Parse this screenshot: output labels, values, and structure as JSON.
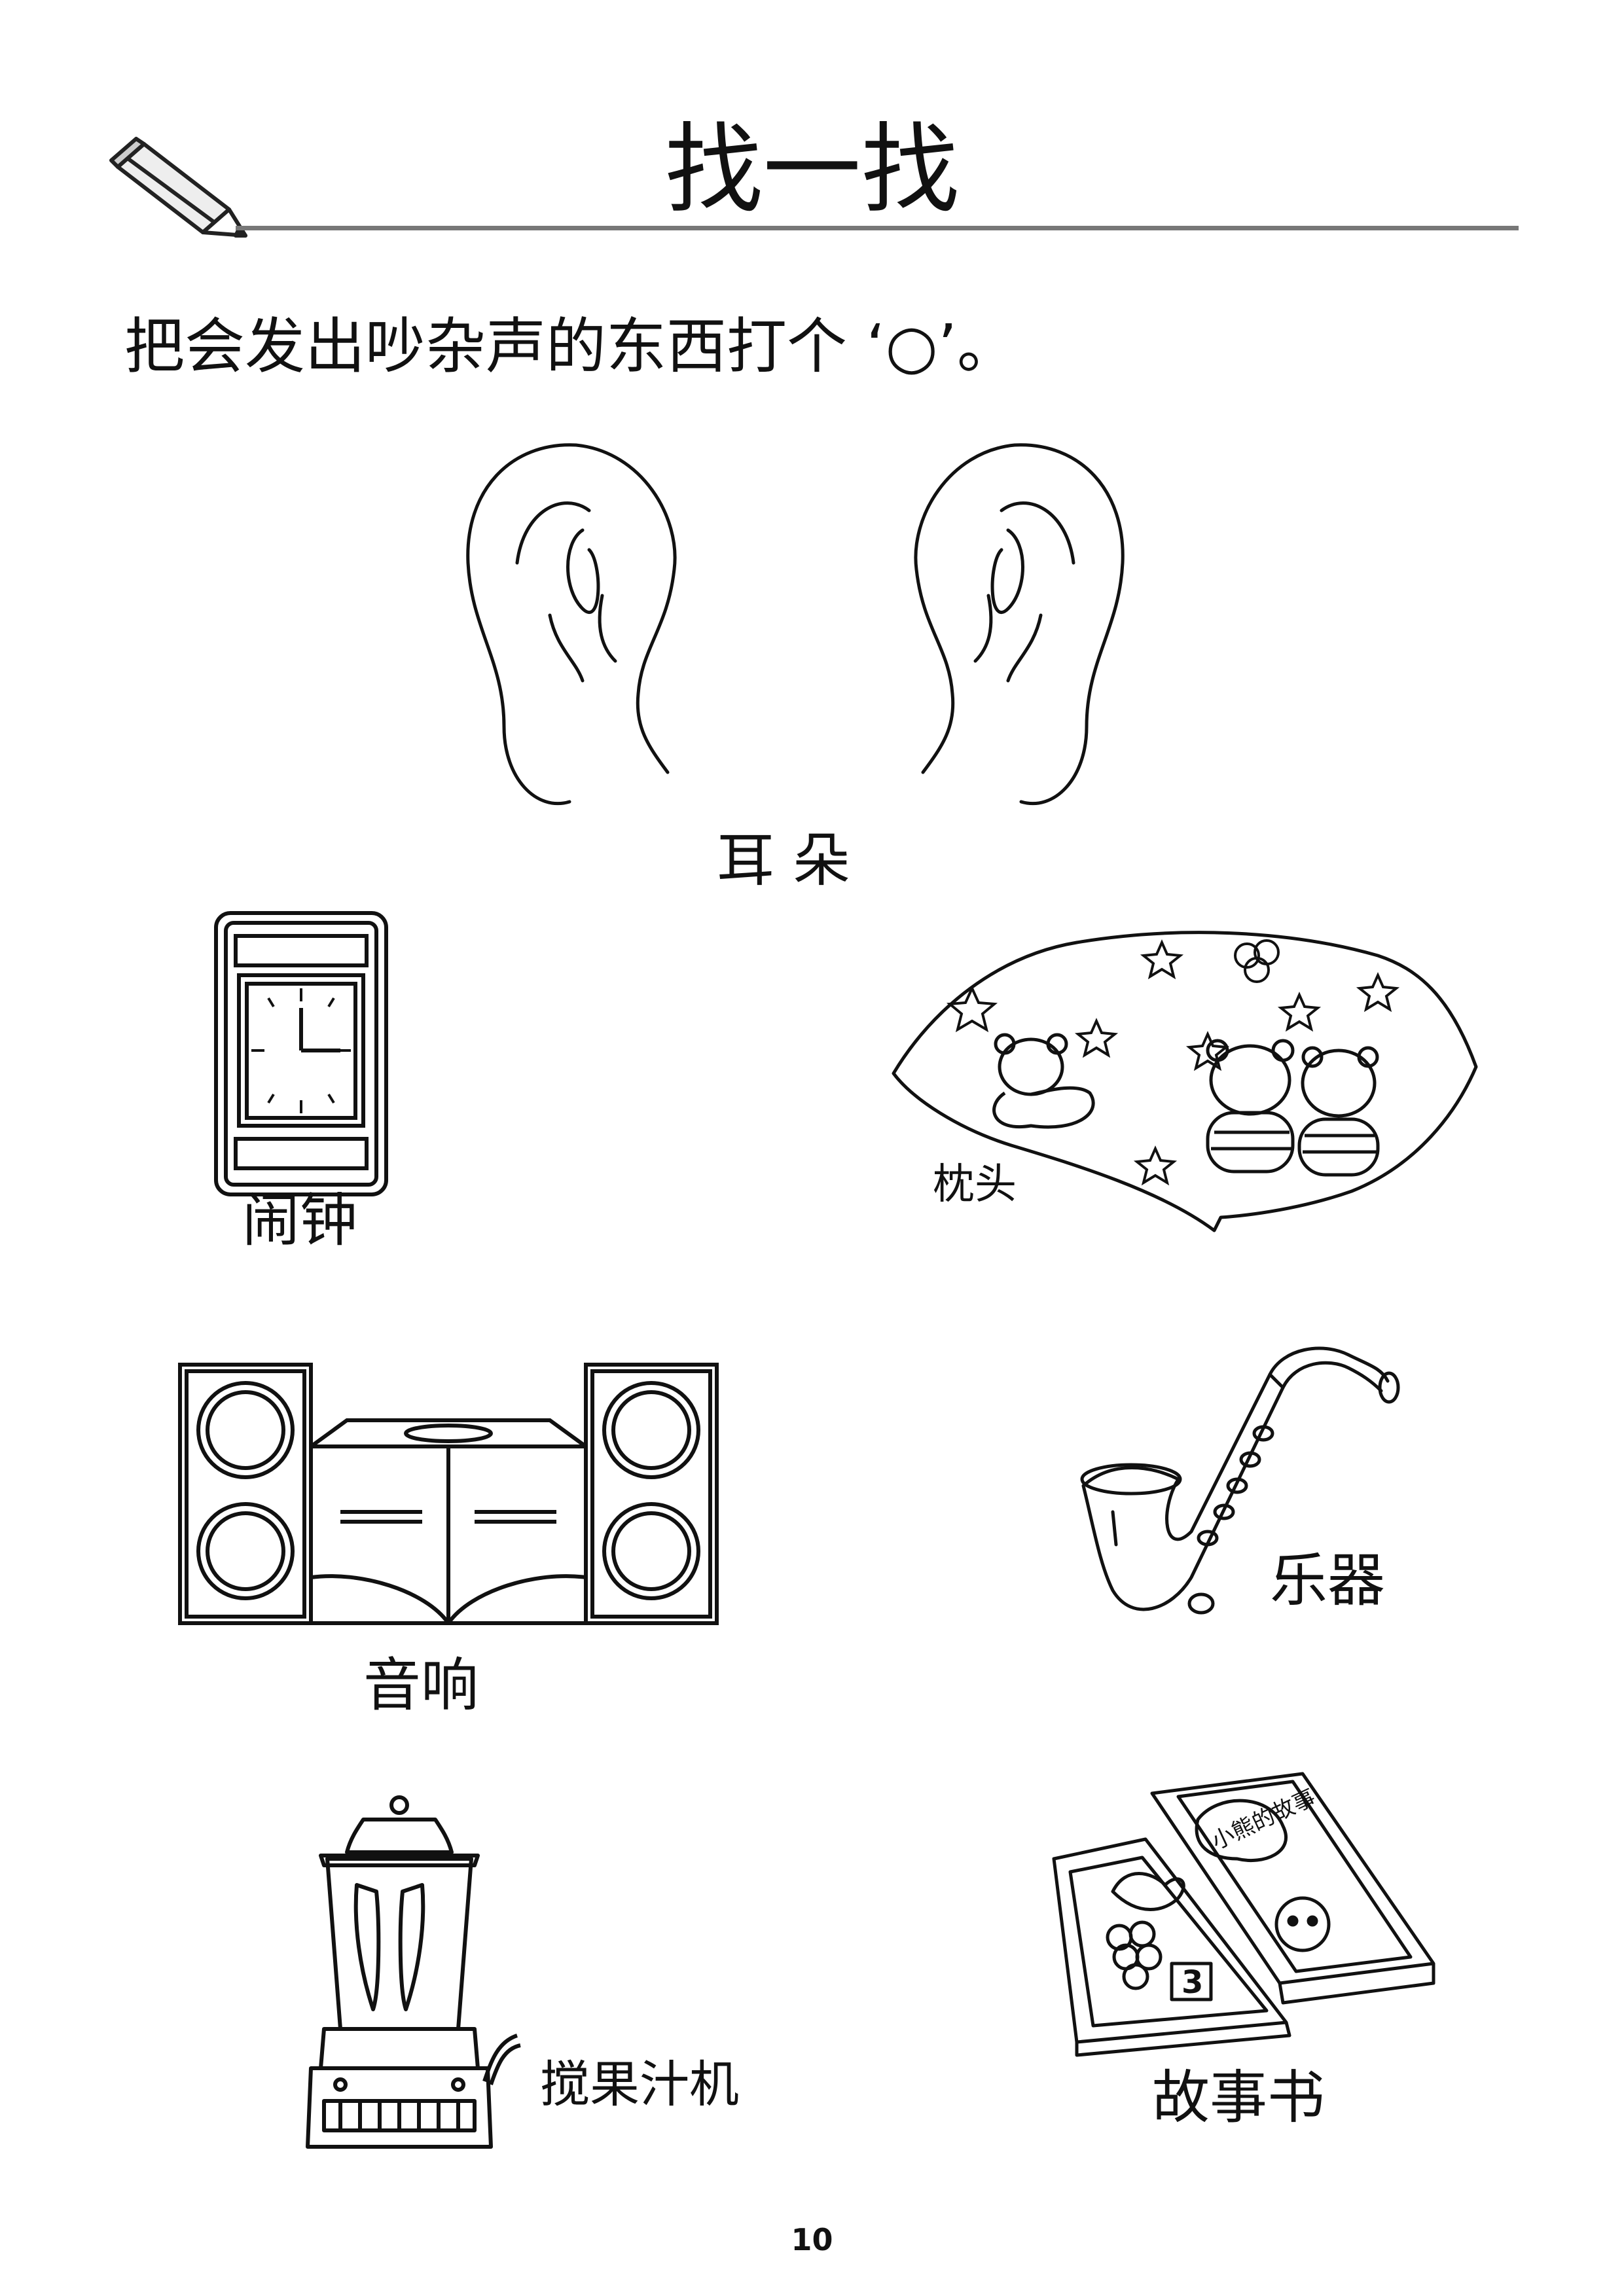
{
  "page": {
    "title": "找一找",
    "instruction": "把会发出吵杂声的东西打个 ‘○’。",
    "page_number": "10"
  },
  "icons": {
    "header": "pencil-icon"
  },
  "items": {
    "ears": "耳 朵",
    "alarm_clock": "闹钟",
    "pillow": "枕头",
    "stereo": "音响",
    "instrument": "乐器",
    "blender": "搅果汁机",
    "storybook": "故事书"
  },
  "book_cover": {
    "text": "小熊的故事",
    "number": "3"
  }
}
